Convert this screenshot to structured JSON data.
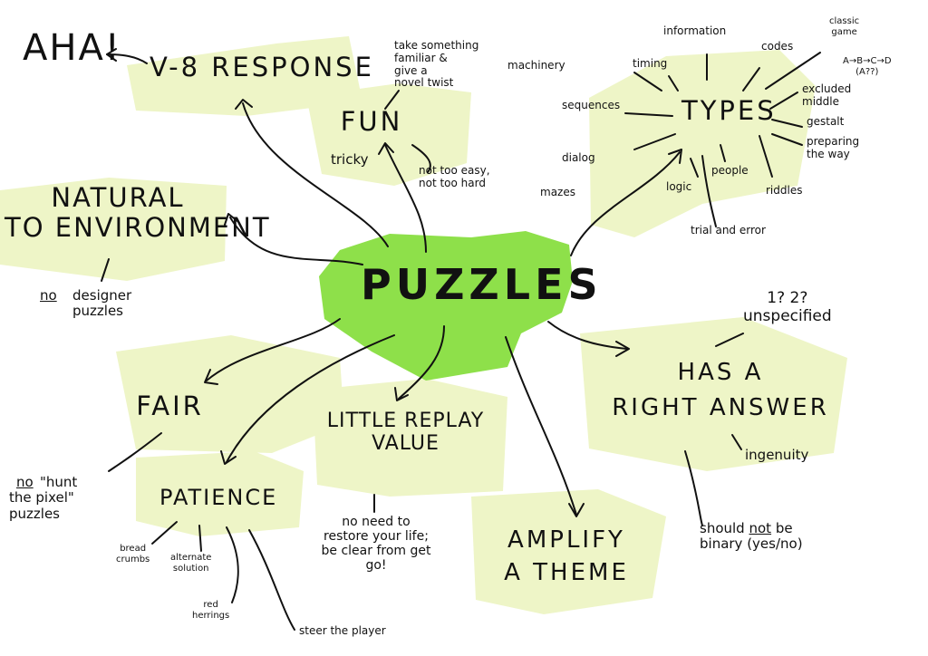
{
  "colors": {
    "center": "#8ee04a",
    "blob": "#eef5c7",
    "ink": "#111111"
  },
  "center_label": "PUZZLES",
  "aha": "AHA!",
  "branches": {
    "vs_response": "V-8 RESPONSE",
    "fun": "FUN",
    "fun_twist": "take something\nfamiliar &\ngive a\nnovel twist",
    "fun_tricky": "tricky",
    "fun_balance": "not too easy,\nnot too hard",
    "natural": "NATURAL\nTO ENVIRONMENT",
    "natural_no": "no",
    "natural_note": "designer\npuzzles",
    "fair": "FAIR",
    "fair_no": "no",
    "fair_note": "\"hunt\nthe pixel\"\npuzzles",
    "patience": "PATIENCE",
    "bread_crumbs": "bread\ncrumbs",
    "alternate_solution": "alternate\nsolution",
    "red_herrings": "red\nherrings",
    "steer_player": "steer the player",
    "replay": "LITTLE REPLAY\nVALUE",
    "replay_note": "no need to\nrestore your life;\nbe clear from get\ngo!",
    "amplify": "AMPLIFY\nA THEME",
    "answer": "HAS A\nRIGHT ANSWER",
    "answer_unspecified": "1? 2?\nunspecified",
    "answer_ingenuity": "ingenuity",
    "answer_binary_pre": "should",
    "answer_binary_not": "not",
    "answer_binary_post": "be\nbinary (yes/no)",
    "types": "TYPES"
  },
  "types": {
    "information": "information",
    "codes": "codes",
    "classic_game": "classic\ngame",
    "machinery": "machinery",
    "timing": "timing",
    "sequences": "sequences",
    "dialog": "dialog",
    "mazes": "mazes",
    "logic": "logic",
    "people": "people",
    "riddles": "riddles",
    "trial_error": "trial and error",
    "excluded_middle": "excluded\nmiddle",
    "abcd": "A→B→C→D\n(A??)",
    "gestalt": "gestalt",
    "preparing": "preparing\nthe way"
  }
}
